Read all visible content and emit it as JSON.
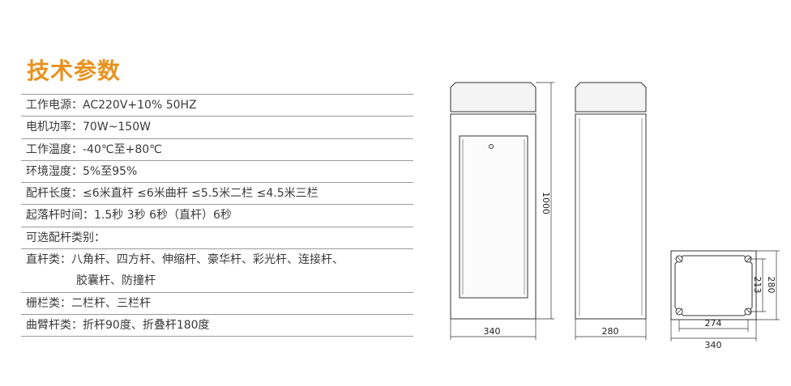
{
  "title": "技术参数",
  "specs": [
    {
      "text": "工作电源：AC220V+10%  50HZ"
    },
    {
      "text": "电机功率：70W~150W"
    },
    {
      "text": "工作温度：-40℃至+80℃"
    },
    {
      "text": "环境湿度：5%至95%"
    },
    {
      "text": "配杆长度：≤6米直杆  ≤6米曲杆  ≤5.5米二栏  ≤4.5米三栏"
    },
    {
      "text": "起落杆时间：1.5秒  3秒  6秒（直杆）6秒"
    },
    {
      "text": "可选配杆类别："
    },
    {
      "text": "直杆类：八角杆、四方杆、伸缩杆、豪华杆、彩光杆、连接杆、"
    },
    {
      "text": "胶囊杆、防撞杆"
    },
    {
      "text": "栅栏类：二栏杆、三栏杆"
    },
    {
      "text": "曲臂杆类：折杆90度、折叠杆180度"
    }
  ],
  "drawings": {
    "front": {
      "width": "340",
      "height": "1000"
    },
    "side": {
      "width": "280"
    },
    "base": {
      "outer_width": "340",
      "inner_width": "274",
      "height_outer": "280",
      "height_inner": "213"
    }
  }
}
